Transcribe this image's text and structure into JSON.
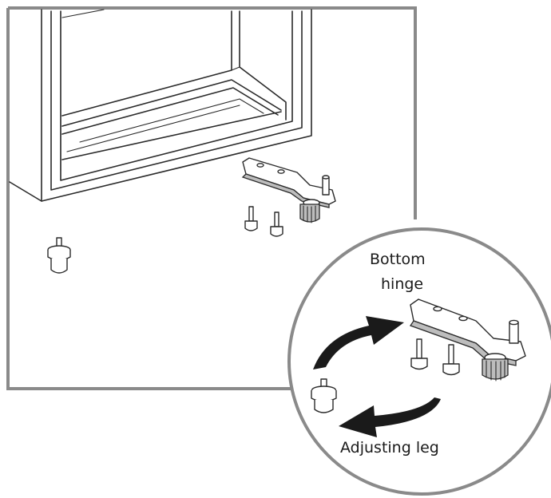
{
  "labels": {
    "bottom_hinge_line1": "Bottom",
    "bottom_hinge_line2": "hinge",
    "adjusting_leg": "Adjusting leg"
  },
  "colors": {
    "frame": "#8a8a8a",
    "line": "#2a2a2a",
    "arrow": "#1a1a1a",
    "shading": "#bdbdbd"
  },
  "icons": {
    "rotate_arrow_top": "curved-arrow-right",
    "rotate_arrow_bottom": "curved-arrow-left"
  }
}
